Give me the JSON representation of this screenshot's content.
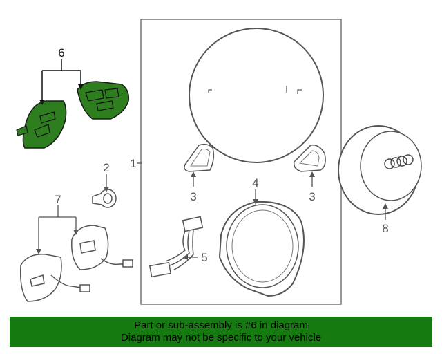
{
  "callouts": {
    "c1": "1",
    "c2": "2",
    "c3_left": "3",
    "c3_right": "3",
    "c4": "4",
    "c5": "5",
    "c6": "6",
    "c7": "7",
    "c8": "8"
  },
  "footer": {
    "line1": "Part or sub-assembly is #6 in diagram",
    "line2": "Diagram may not be specific to your vehicle"
  },
  "colors": {
    "highlight": "#2e7d1e",
    "footer_bg": "#157a0f",
    "line": "#555555"
  }
}
